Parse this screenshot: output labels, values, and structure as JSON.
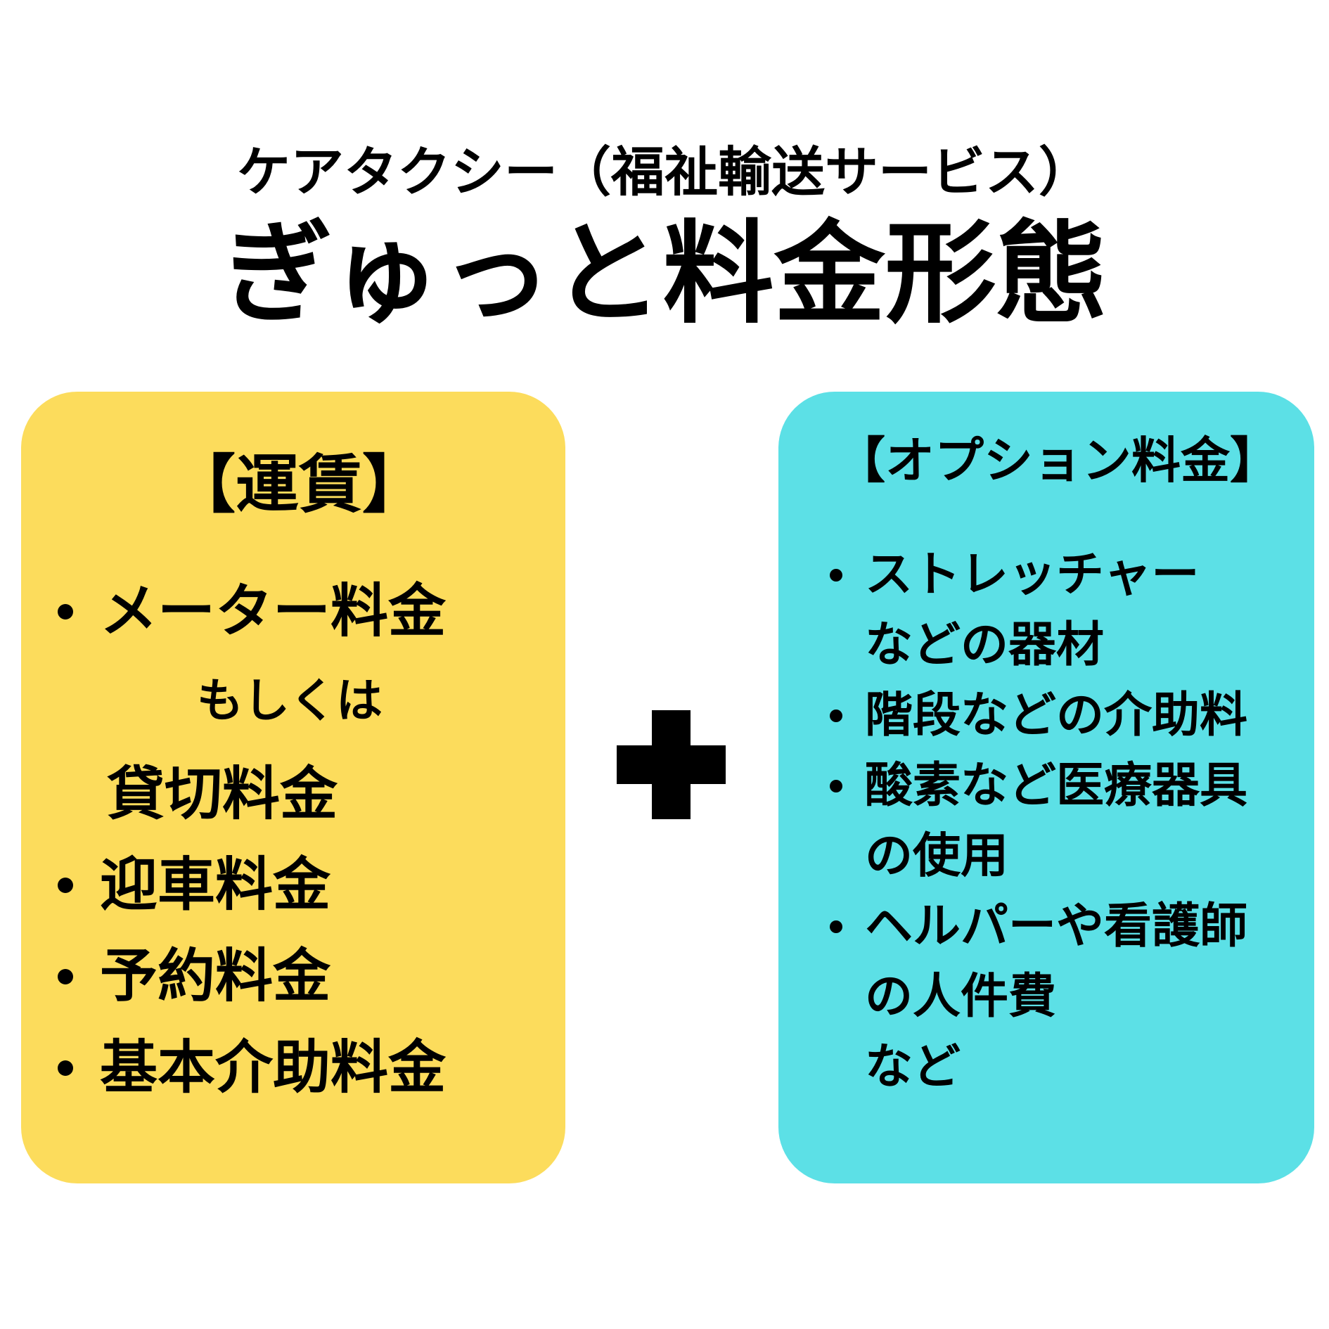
{
  "header": {
    "subtitle": "ケアタクシー（福祉輸送サービス）",
    "title": "ぎゅっと料金形態"
  },
  "colors": {
    "left_box": "#FCDC5C",
    "right_box": "#5CE0E6",
    "text": "#000000",
    "background": "#FFFFFF"
  },
  "left_box": {
    "heading": "【運賃】",
    "item1": "メーター料金",
    "connector": "もしくは",
    "item1_alt": "貸切料金",
    "item2": "迎車料金",
    "item3": "予約料金",
    "item4": "基本介助料金"
  },
  "plus_icon": "plus-icon",
  "right_box": {
    "heading": "【オプション料金】",
    "item1_line1": "ストレッチャー",
    "item1_line2": "などの器材",
    "item2": "階段などの介助料",
    "item3_line1": "酸素など医療器具",
    "item3_line2": "の使用",
    "item4_line1": "ヘルパーや看護師",
    "item4_line2": "の人件費",
    "closing": "など"
  }
}
